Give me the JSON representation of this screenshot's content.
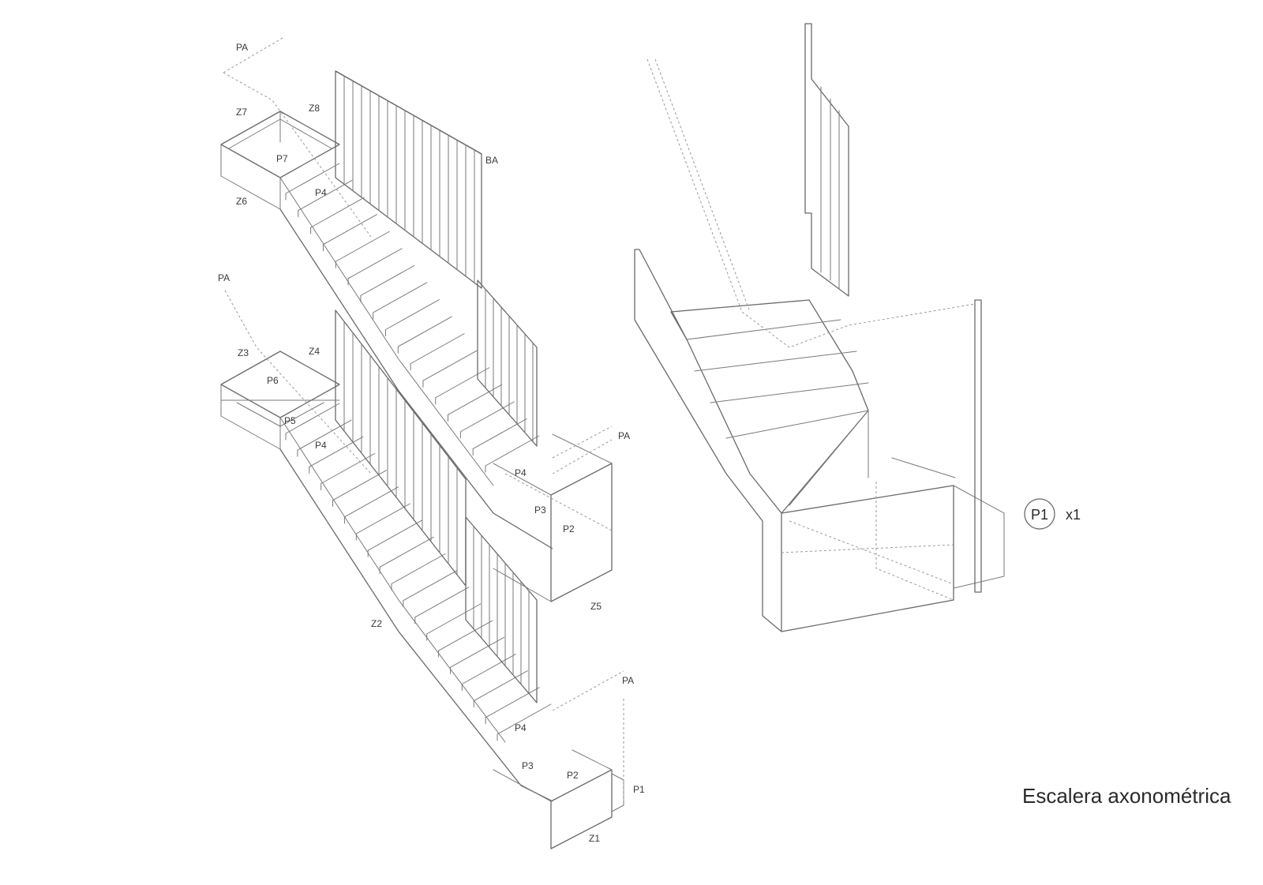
{
  "title": "Escalera axonométrica",
  "legend": {
    "piece": "P1",
    "quantity": "x1"
  },
  "labels": {
    "upper_flight": {
      "pa_top": "PA",
      "z7": "Z7",
      "z8": "Z8",
      "p7": "P7",
      "ba": "BA",
      "z6": "Z6",
      "p4": "P4",
      "pa_right": "PA",
      "p4_low": "P4",
      "p3": "P3",
      "p2": "P2",
      "z5": "Z5"
    },
    "lower_flight": {
      "pa_top": "PA",
      "z3": "Z3",
      "z4": "Z4",
      "p6": "P6",
      "p5": "P5",
      "p4": "P4",
      "z2": "Z2",
      "pa_right": "PA",
      "p4_low": "P4",
      "p3": "P3",
      "p2": "P2",
      "p1": "P1",
      "z1": "Z1"
    }
  }
}
